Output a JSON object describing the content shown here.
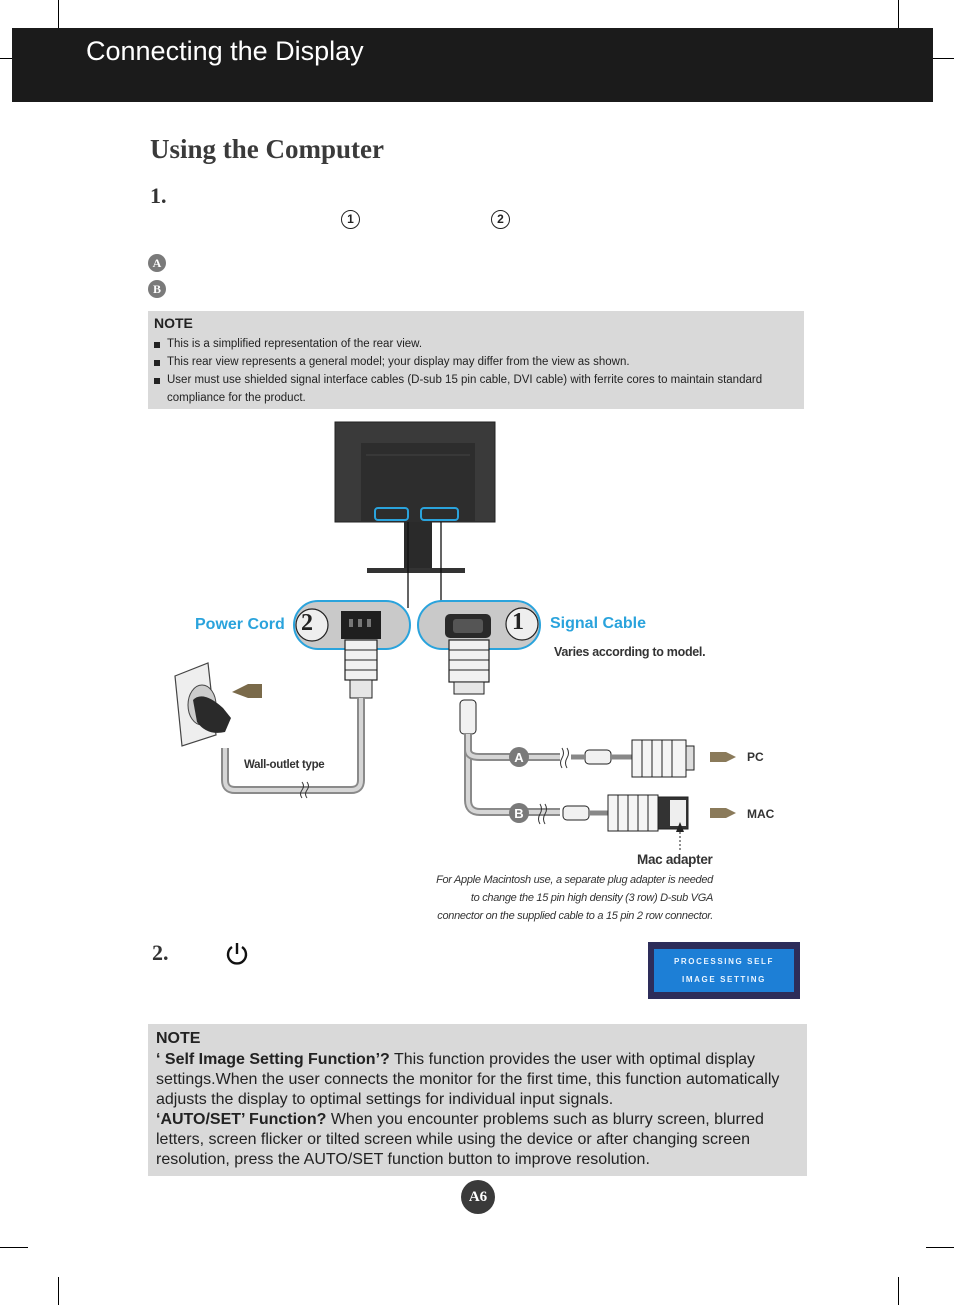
{
  "header": {
    "title": "Connecting the Display"
  },
  "section": {
    "title": "Using the Computer"
  },
  "steps": [
    {
      "number": "1.",
      "circled_refs": [
        "1",
        "2"
      ]
    },
    {
      "number": "2."
    }
  ],
  "options": [
    "A",
    "B"
  ],
  "note1": {
    "heading": "NOTE",
    "items": [
      "This is a simplified representation of the rear view.",
      "This rear view represents a general model; your display may differ from the view as shown.",
      "User must use shielded signal interface cables (D-sub 15 pin cable, DVI cable) with ferrite cores to maintain standard compliance for the product."
    ]
  },
  "diagram": {
    "power_cord": "Power Cord",
    "power_num": "2",
    "signal_cable": "Signal Cable",
    "signal_num": "1",
    "varies": "Varies according to model.",
    "wall_outlet": "Wall-outlet type",
    "badge_a": "A",
    "badge_b": "B",
    "pc": "PC",
    "mac": "MAC",
    "mac_adapter": "Mac adapter",
    "mac_note": [
      "For Apple Macintosh use, a  separate plug adapter is needed",
      "to change the 15 pin high density (3 row) D-sub VGA",
      "connector on the supplied cable to a 15 pin  2 row connector."
    ]
  },
  "osd": {
    "line1": "PROCESSING SELF",
    "line2": "IMAGE SETTING"
  },
  "note2": {
    "heading": "NOTE",
    "p1_bold": "‘ Self Image Setting Function’?",
    "p1_text": " This function provides the user with optimal display settings.When the user connects the monitor for the first time, this function automatically adjusts the display to optimal settings for individual input signals.",
    "p2_bold": "‘AUTO/SET’ Function?",
    "p2_text": " When you encounter problems such as blurry screen, blurred letters, screen flicker or tilted screen while using the device or after changing screen resolution, press the AUTO/SET function button to improve resolution."
  },
  "page": {
    "number": "A6"
  },
  "colors": {
    "accent": "#2aa3dc",
    "header_bg": "#1b1b1b",
    "note_bg": "#d9d9d9",
    "osd_bg": "#1d7fd6"
  }
}
